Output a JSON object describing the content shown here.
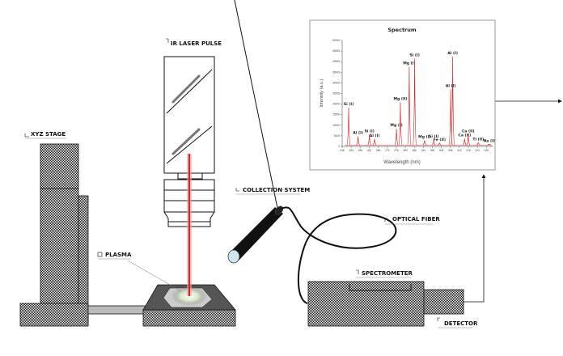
{
  "labels": {
    "ir_laser_pulse": "IR LASER PULSE",
    "xyz_stage": "XYZ STAGE",
    "plasma": "PLASMA",
    "collection_system": "COLLECTION SYSTEM",
    "optical_fiber": "OPTICAL FIBER",
    "spectrometer": "SPECTROMETER",
    "detector": "DETECTOR"
  },
  "colors": {
    "laser": "#e02020",
    "spectrum": "#d42a2a"
  },
  "chart_data": {
    "type": "line",
    "title": "Spectrum",
    "xlabel": "Wavelength (nm)",
    "ylabel": "Intensity (a.u.)",
    "xlim": [
      248,
      331
    ],
    "ylim": [
      0,
      50000
    ],
    "xticks": [
      "248",
      "253",
      "258",
      "263",
      "268",
      "273",
      "278",
      "283",
      "288",
      "293",
      "298",
      "303",
      "308",
      "313",
      "318",
      "323",
      "328"
    ],
    "yticks": [
      "0",
      "5000",
      "10000",
      "15000",
      "20000",
      "25000",
      "30000",
      "35000",
      "40000",
      "45000",
      "50000"
    ],
    "peaks": [
      {
        "label": "Si (I)",
        "x": 251.6,
        "y": 18300
      },
      {
        "label": "Al (I)",
        "x": 256.8,
        "y": 4700
      },
      {
        "label": "Si (I)",
        "x": 263.1,
        "y": 5600
      },
      {
        "label": "Al (I)",
        "x": 266.0,
        "y": 3500
      },
      {
        "label": "Mg (I)",
        "x": 278.1,
        "y": 8400
      },
      {
        "label": "Mg (II)",
        "x": 280.3,
        "y": 20800
      },
      {
        "label": "Mg (I)",
        "x": 285.2,
        "y": 37600
      },
      {
        "label": "Si (I)",
        "x": 288.2,
        "y": 41400
      },
      {
        "label": "Mg (I)",
        "x": 293.7,
        "y": 2800
      },
      {
        "label": "Si (I)",
        "x": 298.8,
        "y": 3000
      },
      {
        "label": "Fe (II)",
        "x": 302.0,
        "y": 1500
      },
      {
        "label": "Al (I)",
        "x": 308.2,
        "y": 27000
      },
      {
        "label": "Al (I)",
        "x": 309.3,
        "y": 42400
      },
      {
        "label": "Ca (II)",
        "x": 315.9,
        "y": 3700
      },
      {
        "label": "Ca (II)",
        "x": 317.9,
        "y": 5600
      },
      {
        "label": "Ti (II)",
        "x": 323.5,
        "y": 1800
      },
      {
        "label": "Na (I)",
        "x": 329.5,
        "y": 1000
      }
    ]
  }
}
